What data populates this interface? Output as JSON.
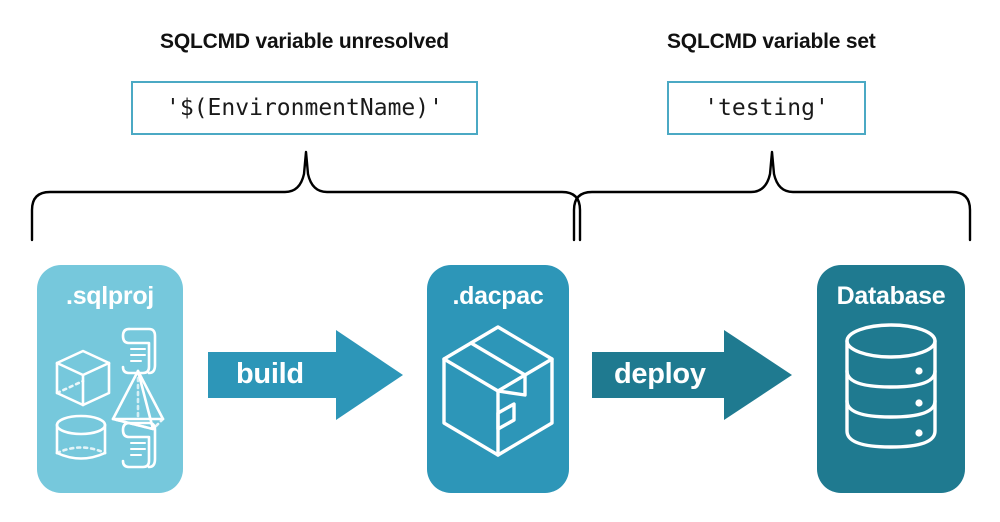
{
  "diagram": {
    "title_hidden": "SQLCMD variable resolution during build and deploy",
    "sections": [
      {
        "heading": "SQLCMD variable unresolved",
        "value": "'$(EnvironmentName)'",
        "brace": "curly-brace-down"
      },
      {
        "heading": "SQLCMD variable set",
        "value": "'testing'",
        "brace": "curly-brace-down"
      }
    ],
    "nodes": [
      {
        "id": "sqlproj",
        "label": ".sqlproj",
        "color": "#76C8DC",
        "icons": [
          "cube-wireframe-icon",
          "pyramid-wireframe-icon",
          "cylinder-wireframe-icon",
          "scroll-icon",
          "scroll-icon"
        ]
      },
      {
        "id": "dacpac",
        "label": ".dacpac",
        "color": "#2D96B8",
        "icons": [
          "package-box-icon"
        ]
      },
      {
        "id": "database",
        "label": "Database",
        "color": "#1F7A90",
        "icons": [
          "database-cylinder-icon"
        ]
      }
    ],
    "arrows": [
      {
        "id": "build",
        "label": "build",
        "color": "#2D96B8",
        "from": "sqlproj",
        "to": "dacpac"
      },
      {
        "id": "deploy",
        "label": "deploy",
        "color": "#1F7A90",
        "from": "dacpac",
        "to": "database"
      }
    ],
    "colors": {
      "light_blue": "#76C8DC",
      "medium_blue": "#2D96B8",
      "dark_teal": "#1F7A90",
      "code_border": "#4BA9C4",
      "text": "#111111",
      "background": "#FFFFFF"
    }
  }
}
